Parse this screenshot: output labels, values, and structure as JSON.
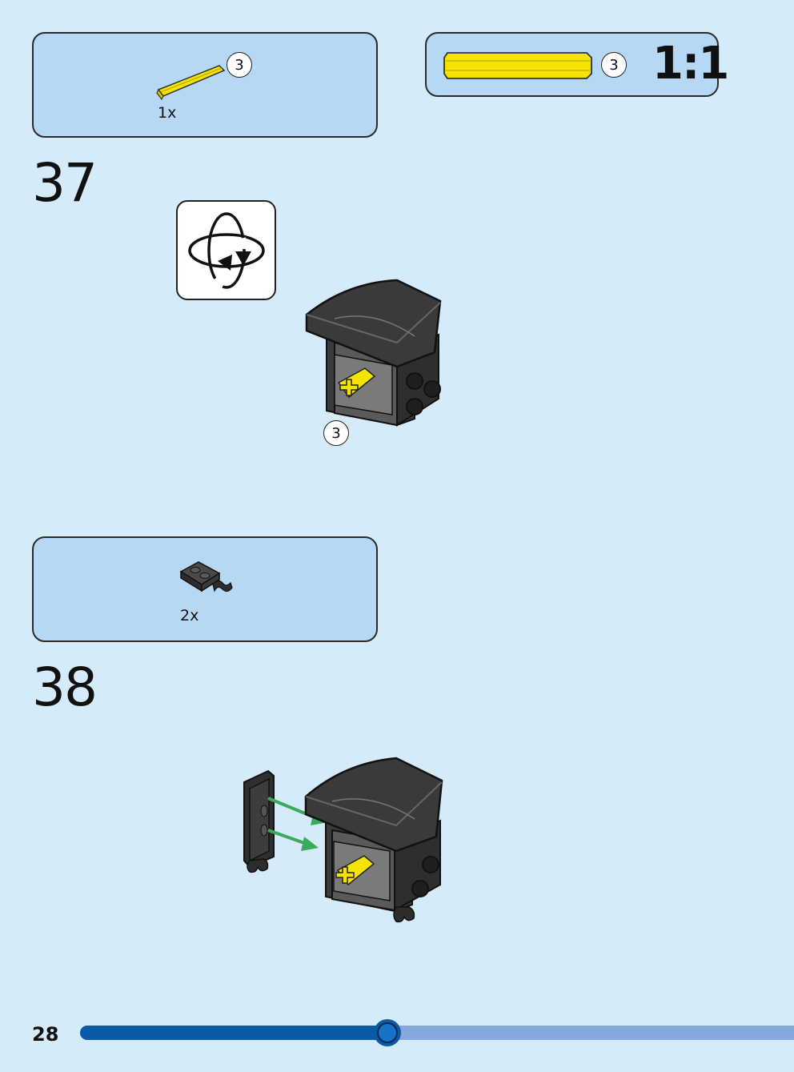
{
  "page_number": "28",
  "progress": 0.43,
  "scale_reference": {
    "label": "1:1",
    "callout": "3",
    "part_color": "#f5e300"
  },
  "steps": [
    {
      "number": "37",
      "parts": [
        {
          "name": "yellow-axle",
          "callout": "3",
          "quantity": "1x",
          "color": "#f5e300"
        }
      ],
      "rotate_model": true,
      "model_callout": "3"
    },
    {
      "number": "38",
      "parts": [
        {
          "name": "black-plate-with-clips",
          "quantity": "2x",
          "color": "#2d2d2d"
        }
      ],
      "arrows_color": "#3aaa5c"
    }
  ],
  "colors": {
    "background": "#d6ebfa",
    "parts_box": "#b6d8f4",
    "progress_fill": "#0a5aa8",
    "progress_track": "#86a9dc"
  }
}
